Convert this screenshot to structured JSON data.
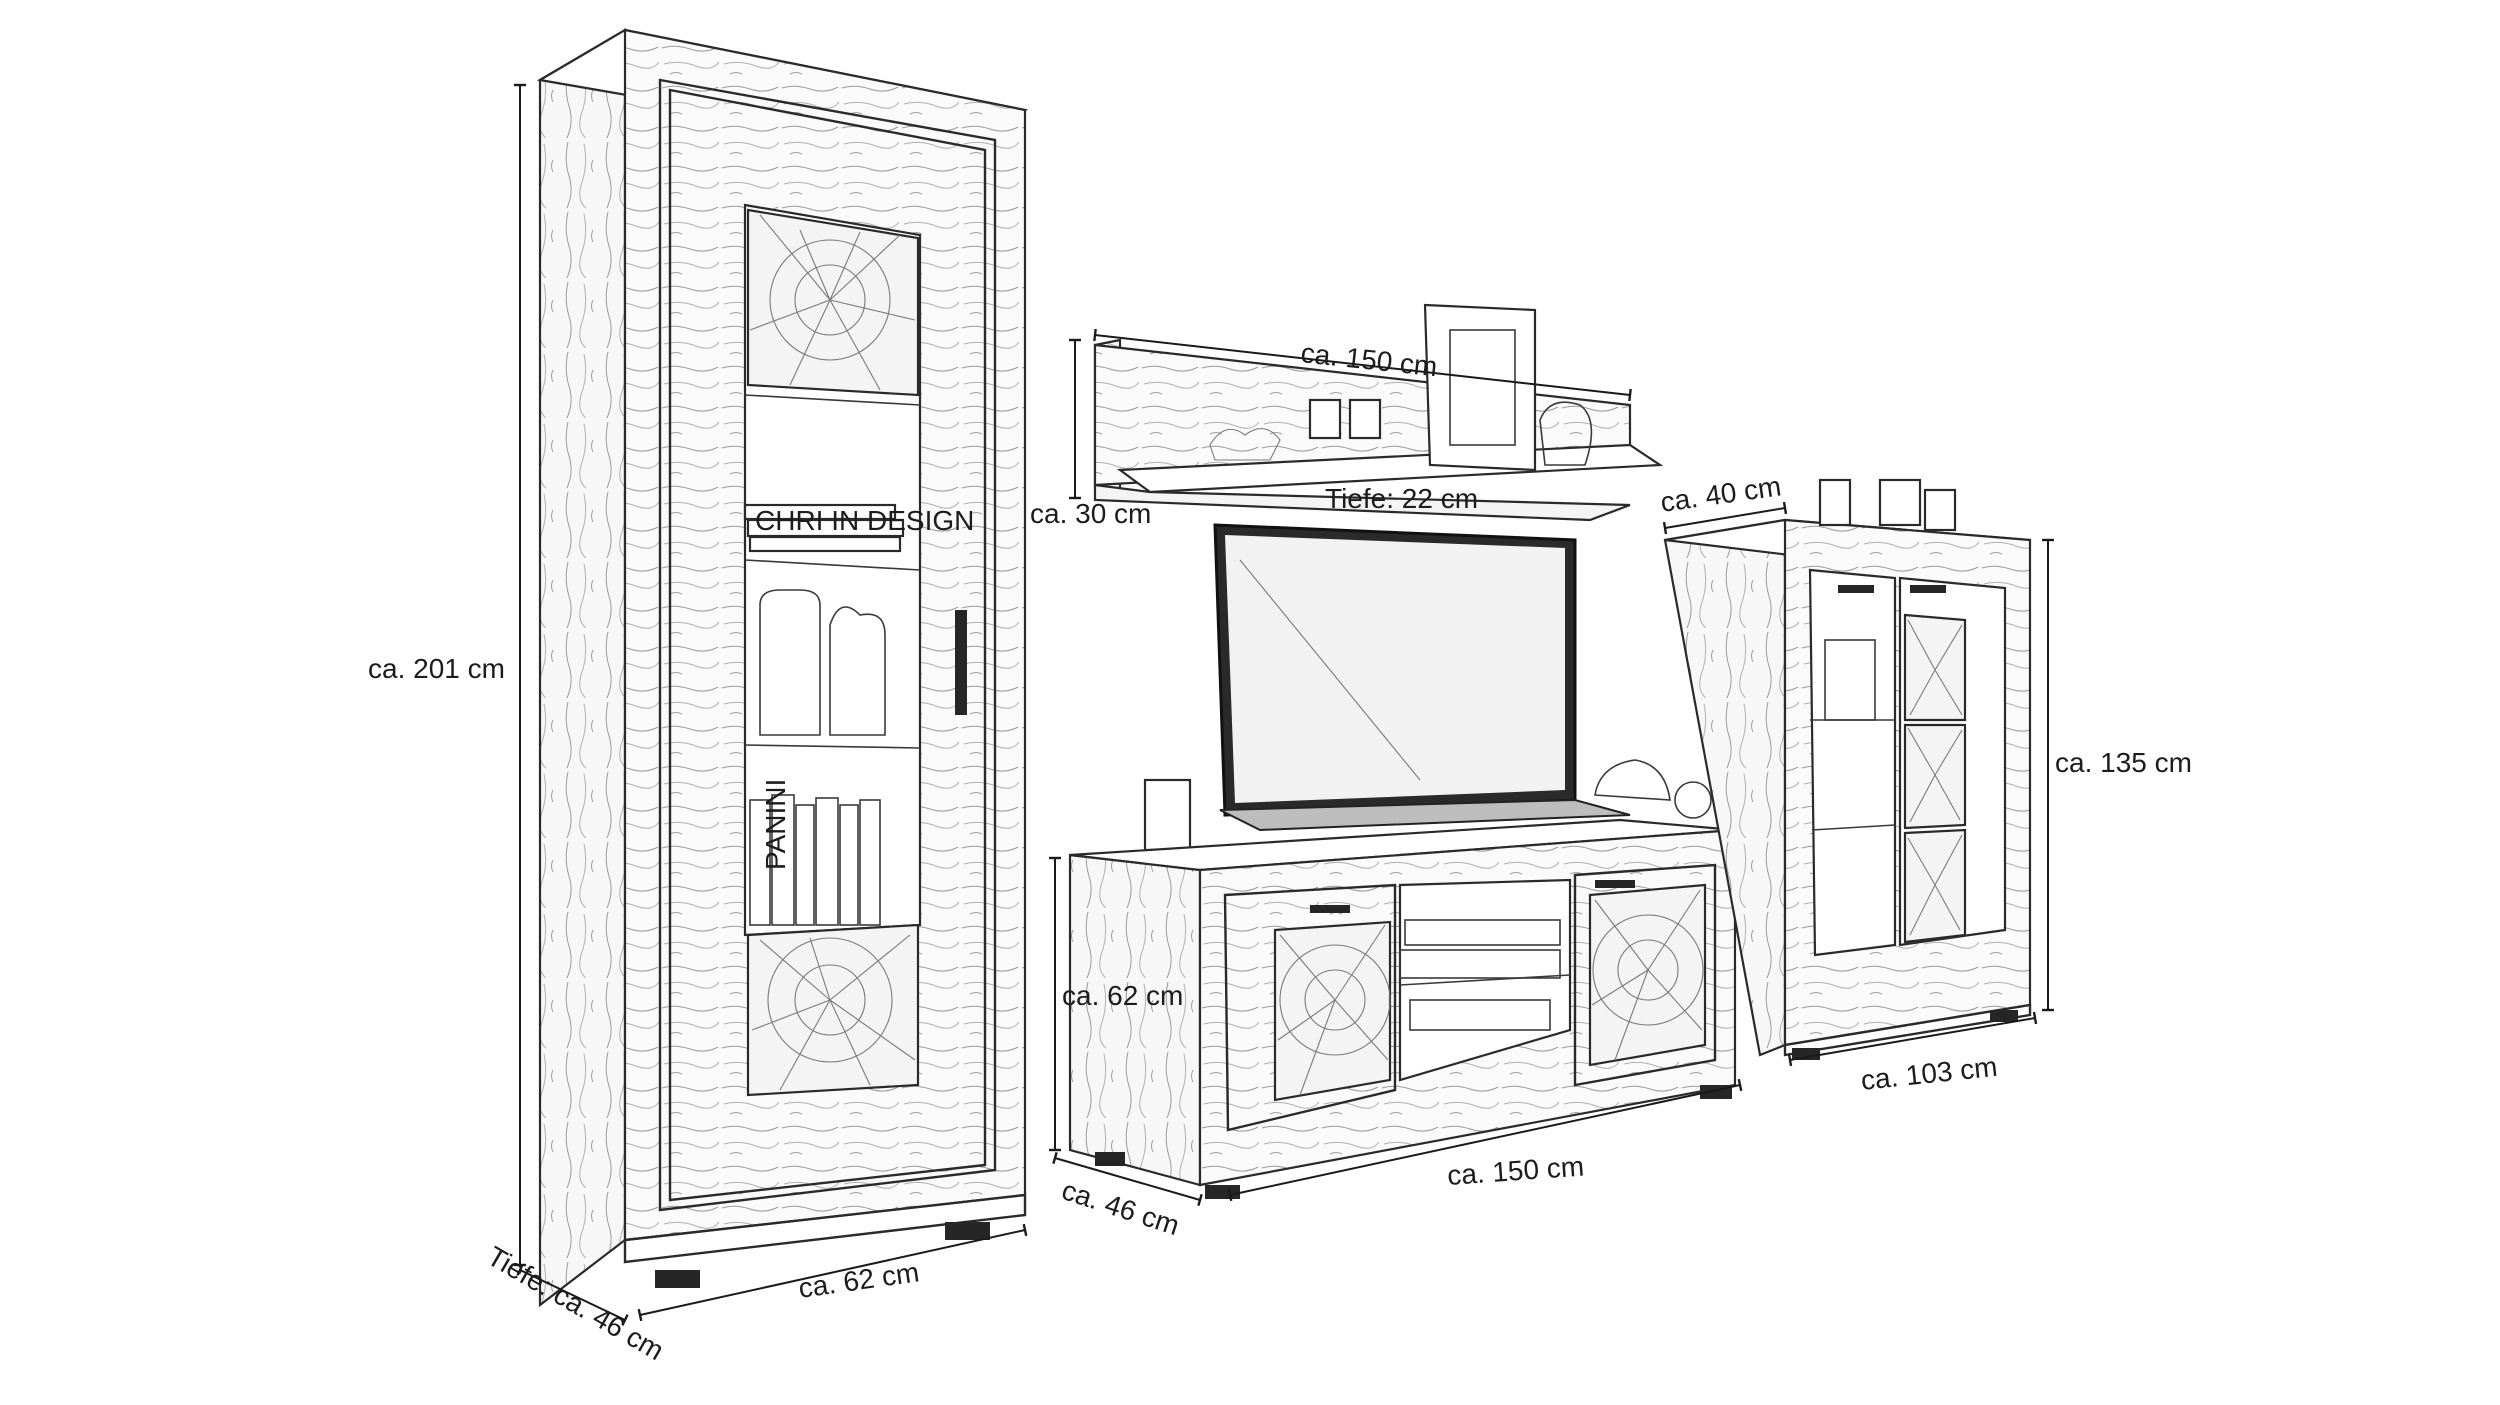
{
  "labels": {
    "tall_cabinet_height": "ca. 201 cm",
    "tall_cabinet_width": "ca. 62 cm",
    "tall_cabinet_depth": "Tiefe: ca. 46 cm",
    "shelf_width": "ca. 150 cm",
    "shelf_height": "ca. 30 cm",
    "shelf_depth": "Tiefe: 22 cm",
    "tv_height": "ca. 62 cm",
    "tv_width": "ca. 150 cm",
    "tv_depth": "ca. 46 cm",
    "highboard_depth": "ca. 40 cm",
    "highboard_height": "ca. 135 cm",
    "highboard_width": "ca. 103 cm"
  },
  "decor": {
    "book_spine_1": "CHRI IN DESIGN",
    "book_spine_2": "PANINI"
  }
}
